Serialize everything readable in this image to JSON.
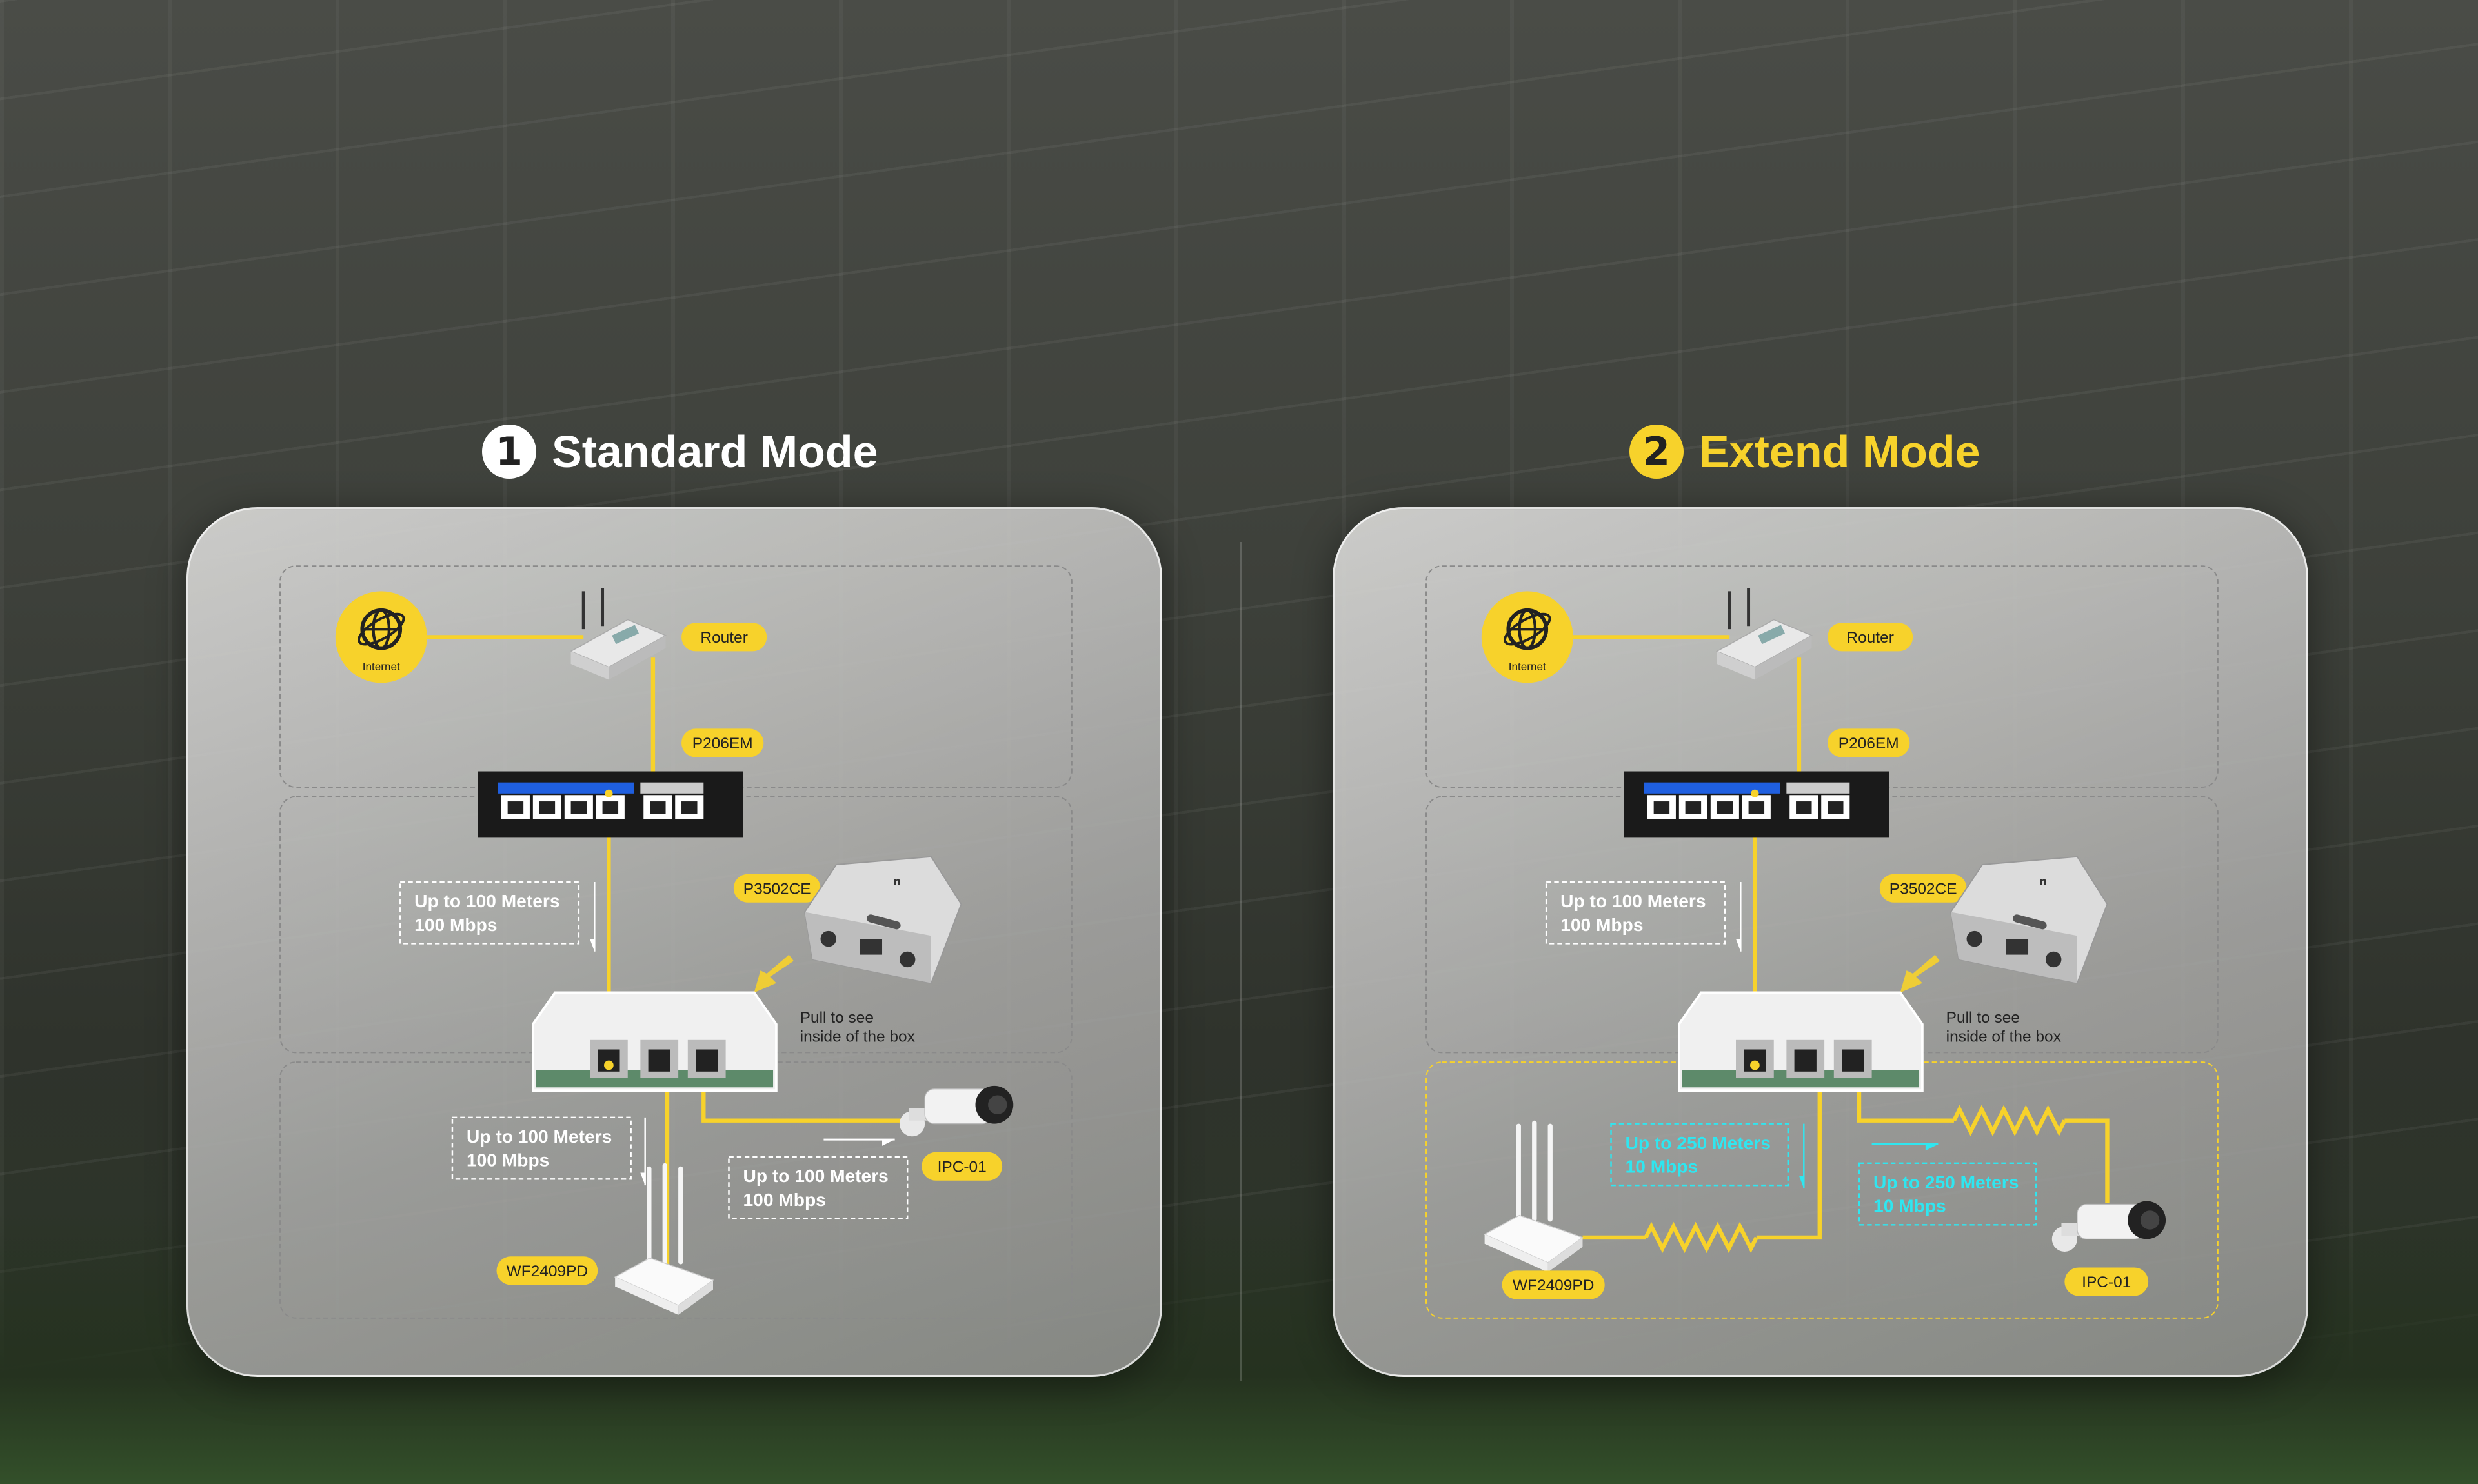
{
  "colors": {
    "accent": "#f7d22b",
    "cyan": "#2fe6f0",
    "label_white": "#ffffff"
  },
  "modes": [
    {
      "number": "1",
      "title": "Standard Mode",
      "title_color": "#ffffff",
      "number_bg": "#ffffff",
      "internet": "Internet",
      "router": "Router",
      "switch": "P206EM",
      "adapter": "P3502CE",
      "pull_line1": "Pull to see",
      "pull_line2": "inside of the box",
      "link1": {
        "line1": "Up to 100 Meters",
        "line2": "100 Mbps"
      },
      "link2": {
        "line1": "Up to 100 Meters",
        "line2": "100 Mbps"
      },
      "link3": {
        "line1": "Up to 100 Meters",
        "line2": "100 Mbps"
      },
      "camera": "IPC-01",
      "ap": "WF2409PD"
    },
    {
      "number": "2",
      "title": "Extend Mode",
      "title_color": "#f7d22b",
      "number_bg": "#f7d22b",
      "internet": "Internet",
      "router": "Router",
      "switch": "P206EM",
      "adapter": "P3502CE",
      "pull_line1": "Pull to see",
      "pull_line2": "inside of the box",
      "link1": {
        "line1": "Up to 100 Meters",
        "line2": "100 Mbps"
      },
      "link2": {
        "line1": "Up to 250 Meters",
        "line2": "10 Mbps"
      },
      "link3": {
        "line1": "Up to 250 Meters",
        "line2": "10 Mbps"
      },
      "camera": "IPC-01",
      "ap": "WF2409PD"
    }
  ]
}
